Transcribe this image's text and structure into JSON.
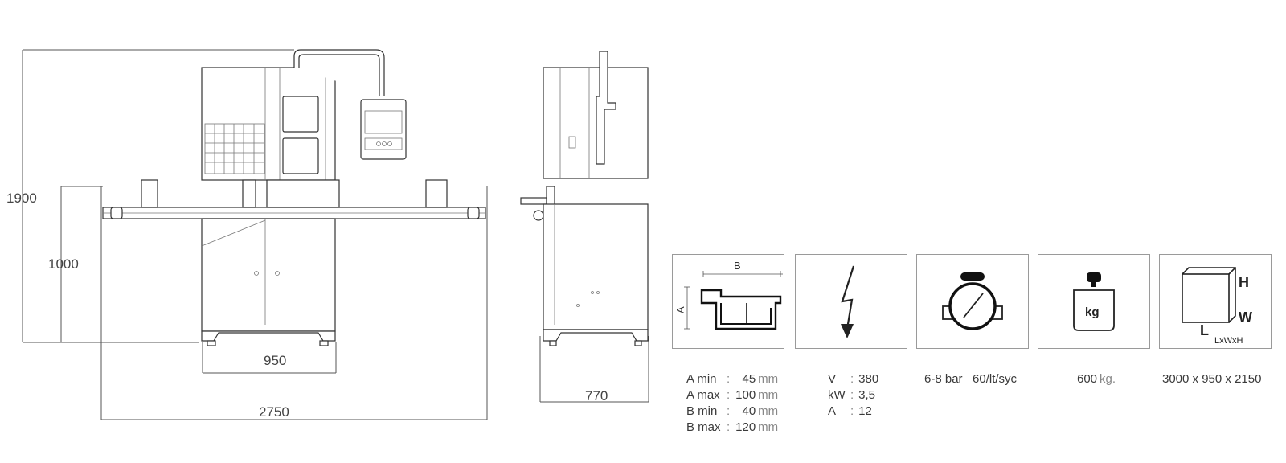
{
  "dimensions": {
    "front_height_total": "1900",
    "front_table_height": "1000",
    "front_cabinet_width": "950",
    "front_total_width": "2750",
    "side_depth": "770"
  },
  "profile": {
    "label_a": "A",
    "label_b": "B",
    "specs": [
      {
        "key": "A min",
        "sep": ":",
        "value": "45",
        "unit": "mm"
      },
      {
        "key": "A max",
        "sep": ":",
        "value": "100",
        "unit": "mm"
      },
      {
        "key": "B min",
        "sep": ":",
        "value": "40",
        "unit": "mm"
      },
      {
        "key": "B max",
        "sep": ":",
        "value": "120",
        "unit": "mm"
      }
    ]
  },
  "power": {
    "specs": [
      {
        "key": "V",
        "sep": ":",
        "value": "380"
      },
      {
        "key": "kW",
        "sep": ":",
        "value": "3,5"
      },
      {
        "key": "A",
        "sep": ":",
        "value": "12"
      }
    ]
  },
  "air": {
    "text": "6-8 bar   60/lt/syc"
  },
  "weight": {
    "icon_label": "kg",
    "value": "600",
    "unit": "kg."
  },
  "size": {
    "label_h": "H",
    "label_w": "W",
    "label_l": "L",
    "label_lwh": "LxWxH",
    "text": "3000 x 950 x 2150"
  }
}
